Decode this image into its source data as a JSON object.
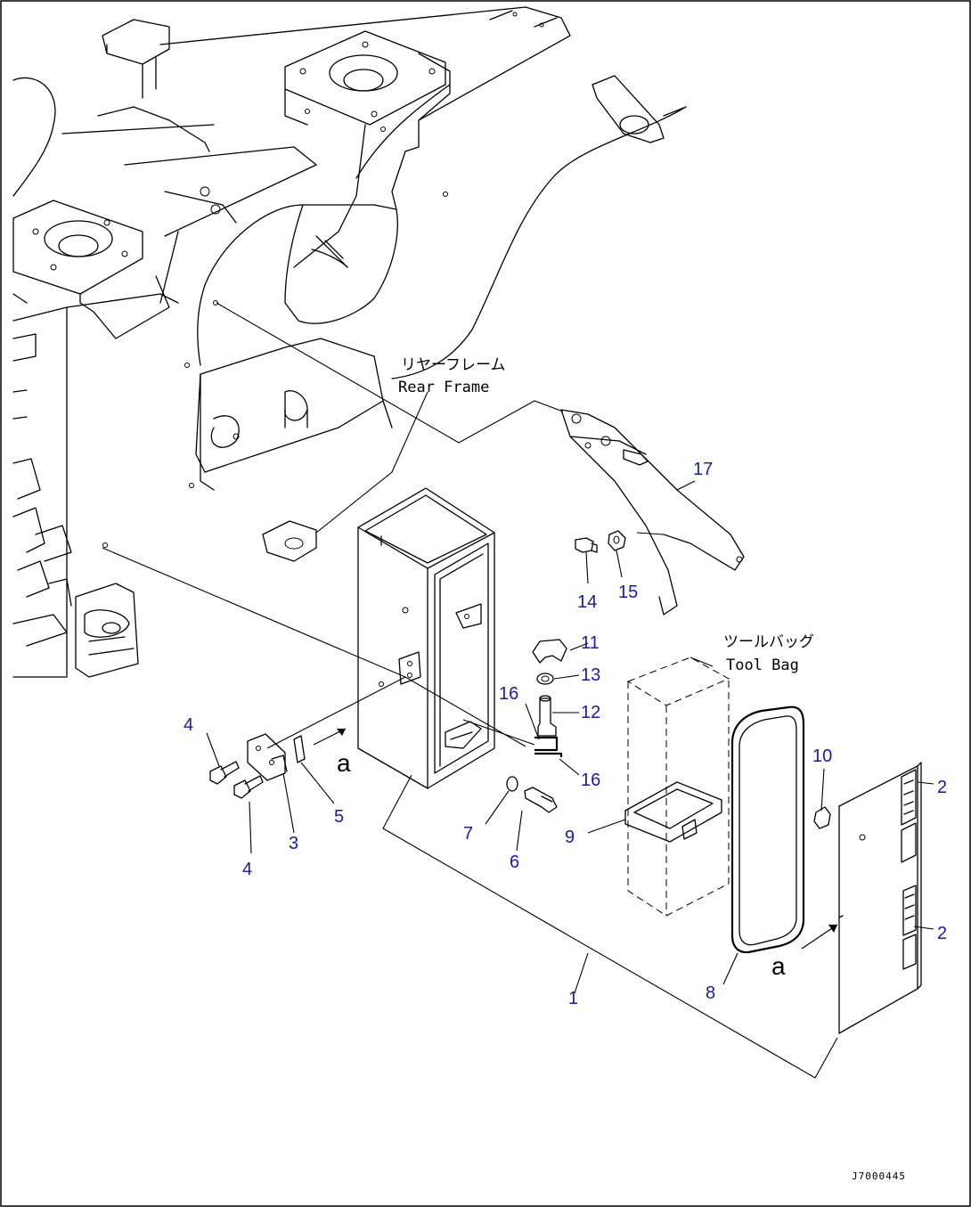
{
  "labels": {
    "rear_frame_jp": "リヤーフレーム",
    "rear_frame_en": "Rear Frame",
    "tool_bag_jp": "ツールバッグ",
    "tool_bag_en": "Tool Bag",
    "arrow_letter_left": "a",
    "arrow_letter_right": "a",
    "drawing_code": "J7000445"
  },
  "callouts": {
    "c1": "1",
    "c2a": "2",
    "c2b": "2",
    "c3": "3",
    "c4a": "4",
    "c4b": "4",
    "c5": "5",
    "c6": "6",
    "c7": "7",
    "c8": "8",
    "c9": "9",
    "c10": "10",
    "c11": "11",
    "c12": "12",
    "c13": "13",
    "c14": "14",
    "c15": "15",
    "c16a": "16",
    "c16b": "16",
    "c17": "17"
  },
  "colors": {
    "callout": "#1a1aa8",
    "line": "#000000",
    "background": "#ffffff"
  }
}
